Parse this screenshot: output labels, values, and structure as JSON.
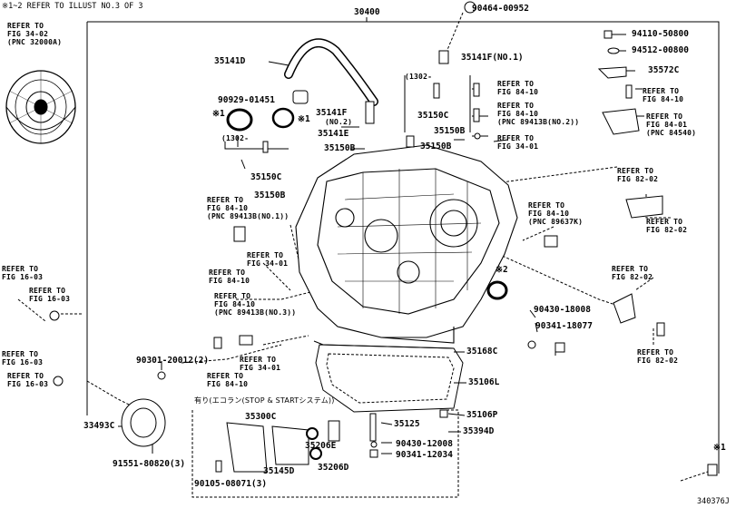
{
  "header": {
    "refer_note": "※1~2 REFER TO ILLUST NO.3 OF 3",
    "main_part": "30400",
    "footer_code": "340376J"
  },
  "refs": {
    "r_tl": "REFER TO\nFIG 34-02\n(PNC 32000A)",
    "r1": "REFER TO\nFIG 84-10",
    "r2": "REFER TO\nFIG 84-10\n(PNC 89413B(NO.2))",
    "r3": "REFER TO\nFIG 34-01",
    "r4": "REFER TO\nFIG 84-10",
    "r5": "REFER TO\nFIG 84-01\n(PNC 84540)",
    "r6": "REFER TO\nFIG 82-02",
    "r7": "REFER TO\nFIG 82-02",
    "r8": "REFER TO\nFIG 84-10\n(PNC 89637K)",
    "r9": "REFER TO\nFIG 84-10\n(PNC 89413B(NO.1))",
    "r10": "REFER TO\nFIG 34-01",
    "r11": "REFER TO\nFIG 84-10",
    "r12": "REFER TO\nFIG 84-10\n(PNC 89413B(NO.3))",
    "r13": "REFER TO\nFIG 34-01",
    "r14": "REFER TO\nFIG 84-10",
    "r15": "REFER TO\nFIG 82-02",
    "r16": "REFER TO\nFIG 82-02",
    "r17": "REFER TO\nFIG 16-03",
    "r18": "REFER TO\nFIG 16-03",
    "r19": "REFER TO\nFIG 16-03",
    "r20": "REFER TO\nFIG 16-03"
  },
  "parts": {
    "p1": "90464-00952",
    "p2": "35141D",
    "p3": "35141F(NO.1)",
    "p4": "94110-50800",
    "p5": "94512-00800",
    "p6": "35572C",
    "p7": "90929-01451",
    "p8": "※1",
    "p9": "※1",
    "p10": "35141F",
    "p10b": "(NO.2)",
    "p11": "35141E",
    "p12": "35150C",
    "p13": "35150B",
    "p14": "35150B",
    "p15": "35150B",
    "p16": "35150C",
    "p17": "35150B",
    "p18": "※2",
    "p19": "90430-18008",
    "p20": "90341-18077",
    "p21": "35168C",
    "p22": "35106L",
    "p23": "35106P",
    "p24": "35394D",
    "p25": "90301-20012(2)",
    "p26": "33493C",
    "p27": "91551-80820(3)",
    "p28": "35300C",
    "p29": "35125",
    "p30": "35206E",
    "p31": "35206D",
    "p32": "35145D",
    "p33": "90430-12008",
    "p34": "90341-12034",
    "p35": "90105-08071(3)",
    "p36": "※1",
    "p_1302a": "(1302-",
    "p_1302b": "(1302-"
  },
  "ecoron_label": "有り(エコラン(STOP & STARTシステム))"
}
